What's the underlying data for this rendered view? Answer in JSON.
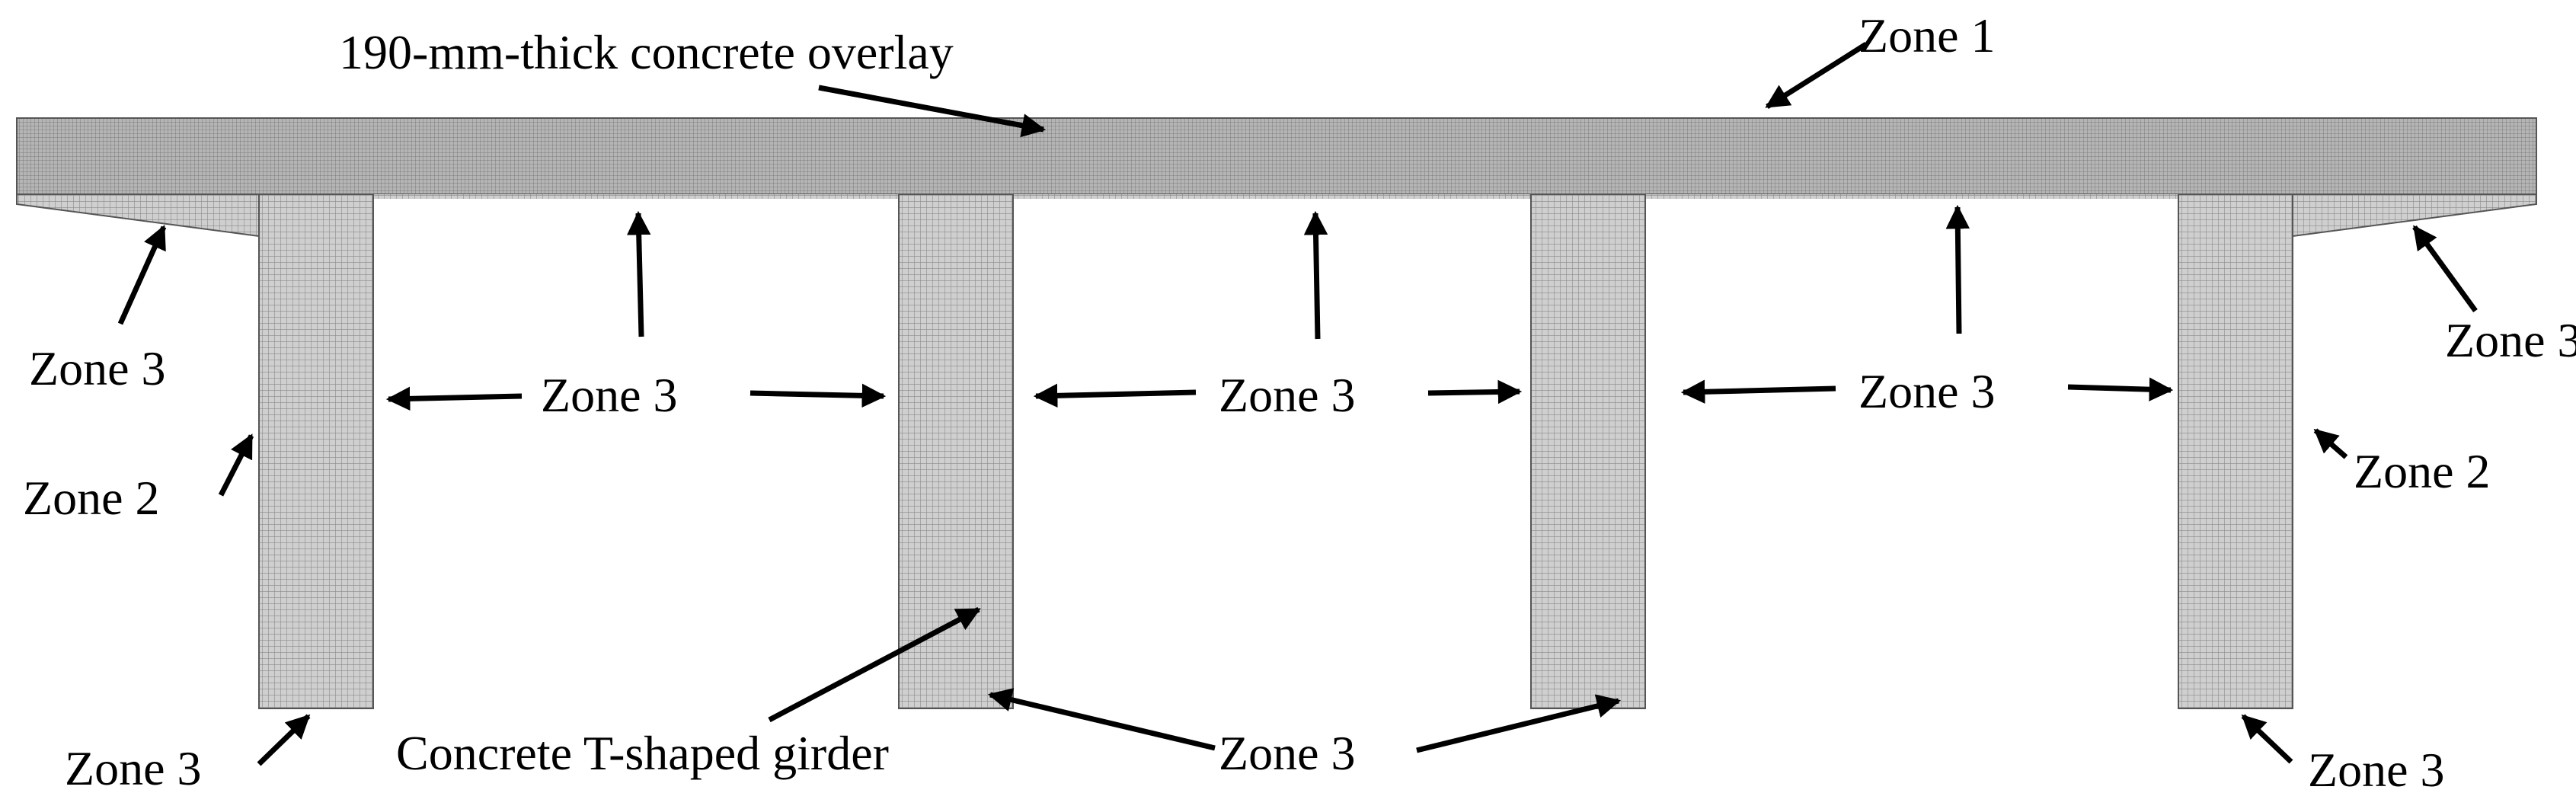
{
  "labels": {
    "overlay": "190-mm-thick concrete overlay",
    "girder": "Concrete T-shaped girder",
    "zone1": "Zone 1",
    "zone2": "Zone 2",
    "zone3": "Zone 3"
  },
  "colors": {
    "mesh_fill": "#c9c9c9",
    "mesh_line": "#8a8a8a",
    "outline": "#555555",
    "text": "#000000"
  }
}
